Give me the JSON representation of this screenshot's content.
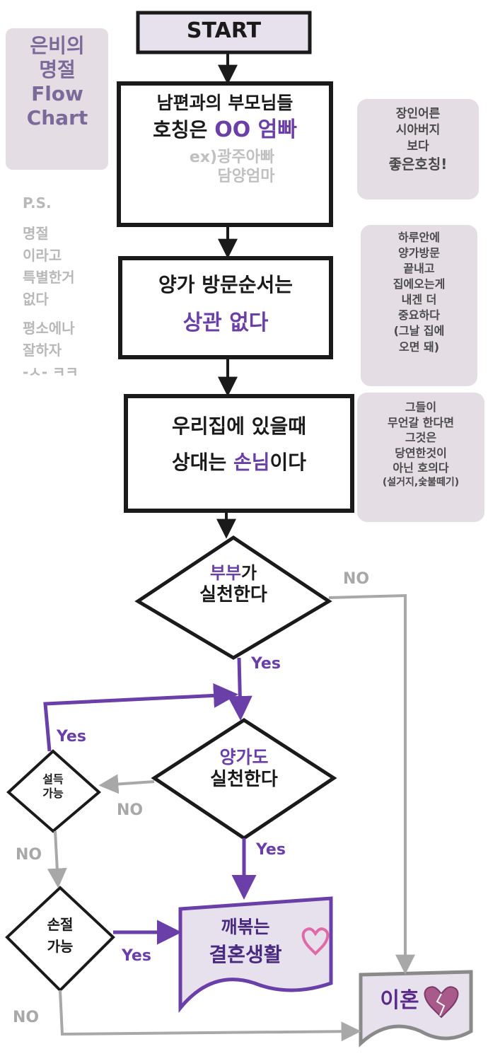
{
  "title": {
    "line1": "은비의",
    "line2": "명절",
    "line3": "Flow",
    "line4": "Chart"
  },
  "ps": {
    "label": "P.S.",
    "lines": [
      "명절",
      "이라고",
      "특별한거",
      "없다",
      "평소에나",
      "잘하자",
      "-ㅅ- ㅋㅋ"
    ]
  },
  "start": "START",
  "box1": {
    "line1": "남편과의 부모님들",
    "line2a": "호칭은 ",
    "line2b": "OO 엄빠",
    "line3": "ex)광주아빠",
    "line4": "담양엄마"
  },
  "note1": [
    "장인어른",
    "시아버지",
    "보다",
    "좋은호칭!"
  ],
  "box2": {
    "line1": "양가 방문순서는",
    "line2": "상관 없다"
  },
  "note2": [
    "하루안에",
    "양가방문",
    "끝내고",
    "집에오는게",
    "내겐 더",
    "중요하다",
    "(그날 집에",
    "오면 돼)"
  ],
  "box3": {
    "line1": "우리집에 있을때",
    "line2a": "상대는 ",
    "line2b": "손님",
    "line2c": "이다"
  },
  "note3": [
    "그들이",
    "무언갈 한다면",
    "그것은",
    "당연한것이",
    "아닌 호의다",
    "(설거지,숯불떼기)"
  ],
  "diamond1": {
    "line1a": "부부",
    "line1b": "가",
    "line2": "실천한다"
  },
  "diamond2": {
    "line1": "양가도",
    "line2": "실천한다"
  },
  "diamond3": {
    "line1": "설득",
    "line2": "가능"
  },
  "diamond4": {
    "line1": "손절",
    "line2": "가능"
  },
  "end_happy": {
    "line1": "깨볶는",
    "line2": "결혼생활"
  },
  "end_divorce": "이혼",
  "labels": {
    "yes": "Yes",
    "no": "NO"
  },
  "colors": {
    "purple": "#6a3fa8",
    "gray_arrow": "#a8a8a8",
    "note_bg": "#e4dee4",
    "box_fill": "#e6e1ec"
  }
}
